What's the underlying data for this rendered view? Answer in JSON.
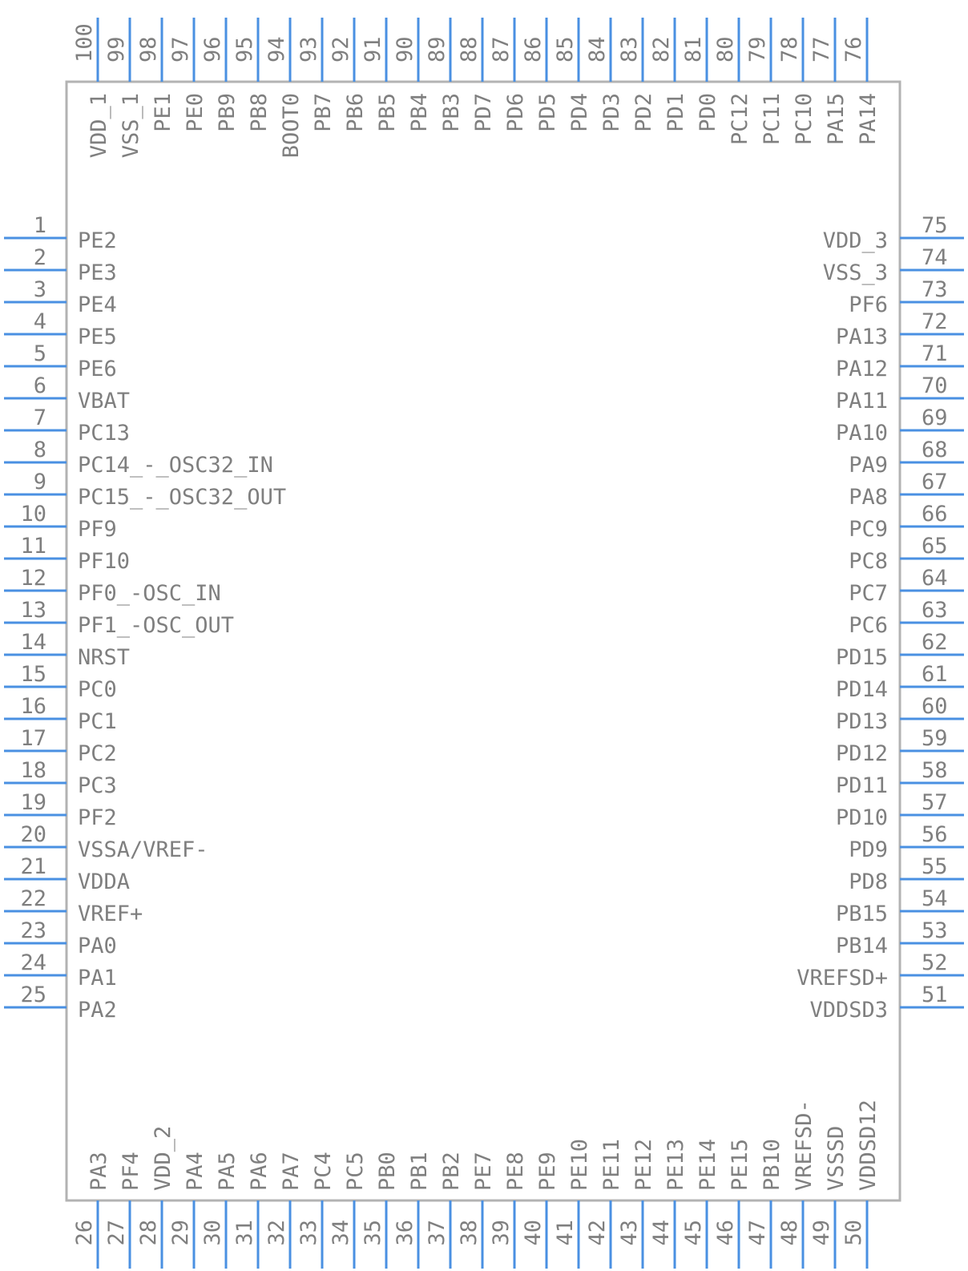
{
  "symbol": {
    "left": [
      {
        "n": "1",
        "l": "PE2"
      },
      {
        "n": "2",
        "l": "PE3"
      },
      {
        "n": "3",
        "l": "PE4"
      },
      {
        "n": "4",
        "l": "PE5"
      },
      {
        "n": "5",
        "l": "PE6"
      },
      {
        "n": "6",
        "l": "VBAT"
      },
      {
        "n": "7",
        "l": "PC13"
      },
      {
        "n": "8",
        "l": "PC14_-_OSC32_IN"
      },
      {
        "n": "9",
        "l": "PC15_-_OSC32_OUT"
      },
      {
        "n": "10",
        "l": "PF9"
      },
      {
        "n": "11",
        "l": "PF10"
      },
      {
        "n": "12",
        "l": "PF0_-OSC_IN"
      },
      {
        "n": "13",
        "l": "PF1_-OSC_OUT"
      },
      {
        "n": "14",
        "l": "NRST"
      },
      {
        "n": "15",
        "l": "PC0"
      },
      {
        "n": "16",
        "l": "PC1"
      },
      {
        "n": "17",
        "l": "PC2"
      },
      {
        "n": "18",
        "l": "PC3"
      },
      {
        "n": "19",
        "l": "PF2"
      },
      {
        "n": "20",
        "l": "VSSA/VREF-"
      },
      {
        "n": "21",
        "l": "VDDA"
      },
      {
        "n": "22",
        "l": "VREF+"
      },
      {
        "n": "23",
        "l": "PA0"
      },
      {
        "n": "24",
        "l": "PA1"
      },
      {
        "n": "25",
        "l": "PA2"
      }
    ],
    "bottom": [
      {
        "n": "26",
        "l": "PA3"
      },
      {
        "n": "27",
        "l": "PF4"
      },
      {
        "n": "28",
        "l": "VDD_2"
      },
      {
        "n": "29",
        "l": "PA4"
      },
      {
        "n": "30",
        "l": "PA5"
      },
      {
        "n": "31",
        "l": "PA6"
      },
      {
        "n": "32",
        "l": "PA7"
      },
      {
        "n": "33",
        "l": "PC4"
      },
      {
        "n": "34",
        "l": "PC5"
      },
      {
        "n": "35",
        "l": "PB0"
      },
      {
        "n": "36",
        "l": "PB1"
      },
      {
        "n": "37",
        "l": "PB2"
      },
      {
        "n": "38",
        "l": "PE7"
      },
      {
        "n": "39",
        "l": "PE8"
      },
      {
        "n": "40",
        "l": "PE9"
      },
      {
        "n": "41",
        "l": "PE10"
      },
      {
        "n": "42",
        "l": "PE11"
      },
      {
        "n": "43",
        "l": "PE12"
      },
      {
        "n": "44",
        "l": "PE13"
      },
      {
        "n": "45",
        "l": "PE14"
      },
      {
        "n": "46",
        "l": "PE15"
      },
      {
        "n": "47",
        "l": "PB10"
      },
      {
        "n": "48",
        "l": "VREFSD-"
      },
      {
        "n": "49",
        "l": "VSSSD"
      },
      {
        "n": "50",
        "l": "VDDSD12"
      }
    ],
    "right": [
      {
        "n": "75",
        "l": "VDD_3"
      },
      {
        "n": "74",
        "l": "VSS_3"
      },
      {
        "n": "73",
        "l": "PF6"
      },
      {
        "n": "72",
        "l": "PA13"
      },
      {
        "n": "71",
        "l": "PA12"
      },
      {
        "n": "70",
        "l": "PA11"
      },
      {
        "n": "69",
        "l": "PA10"
      },
      {
        "n": "68",
        "l": "PA9"
      },
      {
        "n": "67",
        "l": "PA8"
      },
      {
        "n": "66",
        "l": "PC9"
      },
      {
        "n": "65",
        "l": "PC8"
      },
      {
        "n": "64",
        "l": "PC7"
      },
      {
        "n": "63",
        "l": "PC6"
      },
      {
        "n": "62",
        "l": "PD15"
      },
      {
        "n": "61",
        "l": "PD14"
      },
      {
        "n": "60",
        "l": "PD13"
      },
      {
        "n": "59",
        "l": "PD12"
      },
      {
        "n": "58",
        "l": "PD11"
      },
      {
        "n": "57",
        "l": "PD10"
      },
      {
        "n": "56",
        "l": "PD9"
      },
      {
        "n": "55",
        "l": "PD8"
      },
      {
        "n": "54",
        "l": "PB15"
      },
      {
        "n": "53",
        "l": "PB14"
      },
      {
        "n": "52",
        "l": "VREFSD+"
      },
      {
        "n": "51",
        "l": "VDDSD3"
      }
    ],
    "top": [
      {
        "n": "100",
        "l": "VDD_1"
      },
      {
        "n": "99",
        "l": "VSS_1"
      },
      {
        "n": "98",
        "l": "PE1"
      },
      {
        "n": "97",
        "l": "PE0"
      },
      {
        "n": "96",
        "l": "PB9"
      },
      {
        "n": "95",
        "l": "PB8"
      },
      {
        "n": "94",
        "l": "BOOT0"
      },
      {
        "n": "93",
        "l": "PB7"
      },
      {
        "n": "92",
        "l": "PB6"
      },
      {
        "n": "91",
        "l": "PB5"
      },
      {
        "n": "90",
        "l": "PB4"
      },
      {
        "n": "89",
        "l": "PB3"
      },
      {
        "n": "88",
        "l": "PD7"
      },
      {
        "n": "87",
        "l": "PD6"
      },
      {
        "n": "86",
        "l": "PD5"
      },
      {
        "n": "85",
        "l": "PD4"
      },
      {
        "n": "84",
        "l": "PD3"
      },
      {
        "n": "83",
        "l": "PD2"
      },
      {
        "n": "82",
        "l": "PD1"
      },
      {
        "n": "81",
        "l": "PD0"
      },
      {
        "n": "80",
        "l": "PC12"
      },
      {
        "n": "79",
        "l": "PC11"
      },
      {
        "n": "78",
        "l": "PC10"
      },
      {
        "n": "77",
        "l": "PA15"
      },
      {
        "n": "76",
        "l": "PA14"
      }
    ],
    "colors": {
      "pin": "#4a90e2",
      "body": "#b3b3b3",
      "text": "#7f7f7f"
    }
  }
}
